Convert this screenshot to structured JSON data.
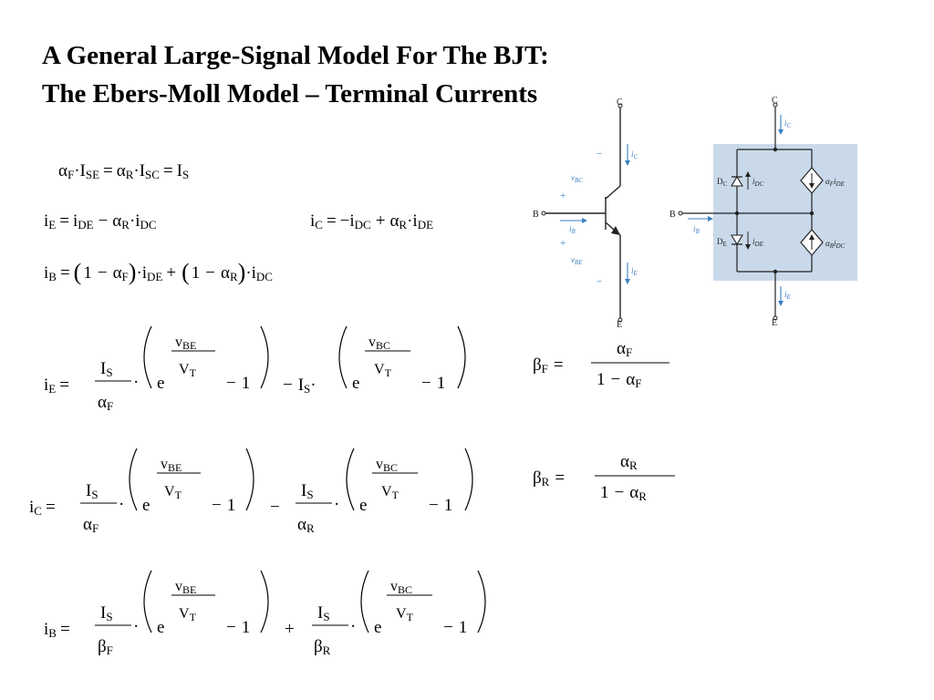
{
  "title": {
    "line1": "A General Large-Signal Model For The BJT:",
    "line2": "The Ebers-Moll Model – Terminal Currents"
  },
  "symbols": {
    "alpha": "α",
    "beta": "β",
    "eq": "=",
    "minus": "−",
    "plus": "+",
    "dot": "·",
    "one": "1",
    "e": "e",
    "i": "i",
    "I": "I",
    "v": "v",
    "V": "V",
    "lp": "(",
    "rp": ")"
  },
  "subs": {
    "F": "F",
    "R": "R",
    "SE": "SE",
    "SC": "SC",
    "S": "S",
    "E": "E",
    "C": "C",
    "B": "B",
    "DE": "DE",
    "DC": "DC",
    "BE": "BE",
    "BC": "BC",
    "T": "T"
  },
  "transistor_diagram": {
    "terminal_c": "C",
    "terminal_b": "B",
    "terminal_e": "E",
    "current_c": "i",
    "current_c_sub": "C",
    "current_b": "i",
    "current_b_sub": "B",
    "current_e": "i",
    "current_e_sub": "E",
    "vbc": "v",
    "vbc_sub": "BC",
    "vbe": "v",
    "vbe_sub": "BE",
    "plus": "+",
    "minus": "−"
  },
  "model_diagram": {
    "terminal_c": "C",
    "terminal_b": "B",
    "terminal_e": "E",
    "current_c": "i",
    "current_c_sub": "C",
    "current_b": "i",
    "current_b_sub": "B",
    "current_e": "i",
    "current_e_sub": "E",
    "diode_c": "D",
    "diode_c_sub": "C",
    "diode_e": "D",
    "diode_e_sub": "E",
    "idc": "i",
    "idc_sub": "DC",
    "ide": "i",
    "ide_sub": "DE",
    "src_top": "α",
    "src_top_sub": "F",
    "src_top_i": "i",
    "src_top_isub": "DE",
    "src_bottom": "α",
    "src_bottom_sub": "R",
    "src_bottom_i": "i",
    "src_bottom_isub": "DC"
  }
}
